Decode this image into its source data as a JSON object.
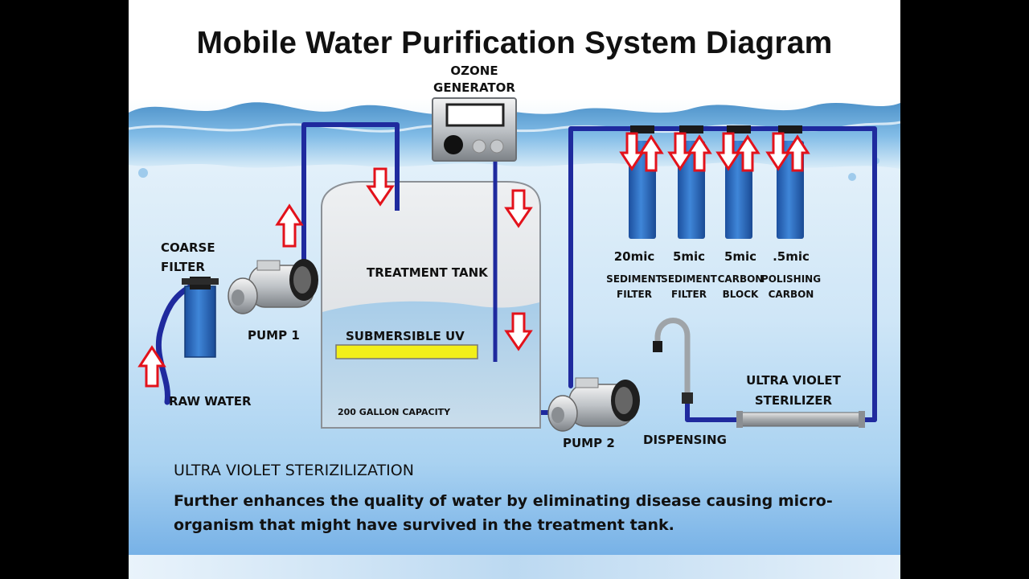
{
  "title": "Mobile Water Purification System Diagram",
  "labels": {
    "ozone_generator": [
      "OZONE",
      "GENERATOR"
    ],
    "coarse_filter": [
      "COARSE",
      "FILTER"
    ],
    "raw_water": "RAW WATER",
    "pump1": "PUMP 1",
    "pump2": "PUMP 2",
    "treatment_tank": "TREATMENT TANK",
    "submersible_uv": "SUBMERSIBLE UV",
    "capacity": "200 GALLON CAPACITY",
    "dispensing": "DISPENSING",
    "uv_sterilizer": [
      "ULTRA VIOLET",
      "STERILIZER"
    ]
  },
  "filters": [
    {
      "size": "20mic",
      "line1": "SEDIMENT",
      "line2": "FILTER"
    },
    {
      "size": "5mic",
      "line1": "SEDIMENT",
      "line2": "FILTER"
    },
    {
      "size": "5mic",
      "line1": "CARBON",
      "line2": "BLOCK"
    },
    {
      "size": ".5mic",
      "line1": "POLISHING",
      "line2": "CARBON"
    }
  ],
  "description": {
    "heading": "ULTRA VIOLET STERIZILIZATION",
    "body_line1": "Further enhances the quality of water by eliminating disease causing micro-",
    "body_line2": "organism that might have survived in the treatment tank."
  },
  "colors": {
    "pipe": "#1f2a9e",
    "arrow": "#e3121b",
    "uv_lamp": "#f2ef1a",
    "filter": "#2f6fc7"
  }
}
